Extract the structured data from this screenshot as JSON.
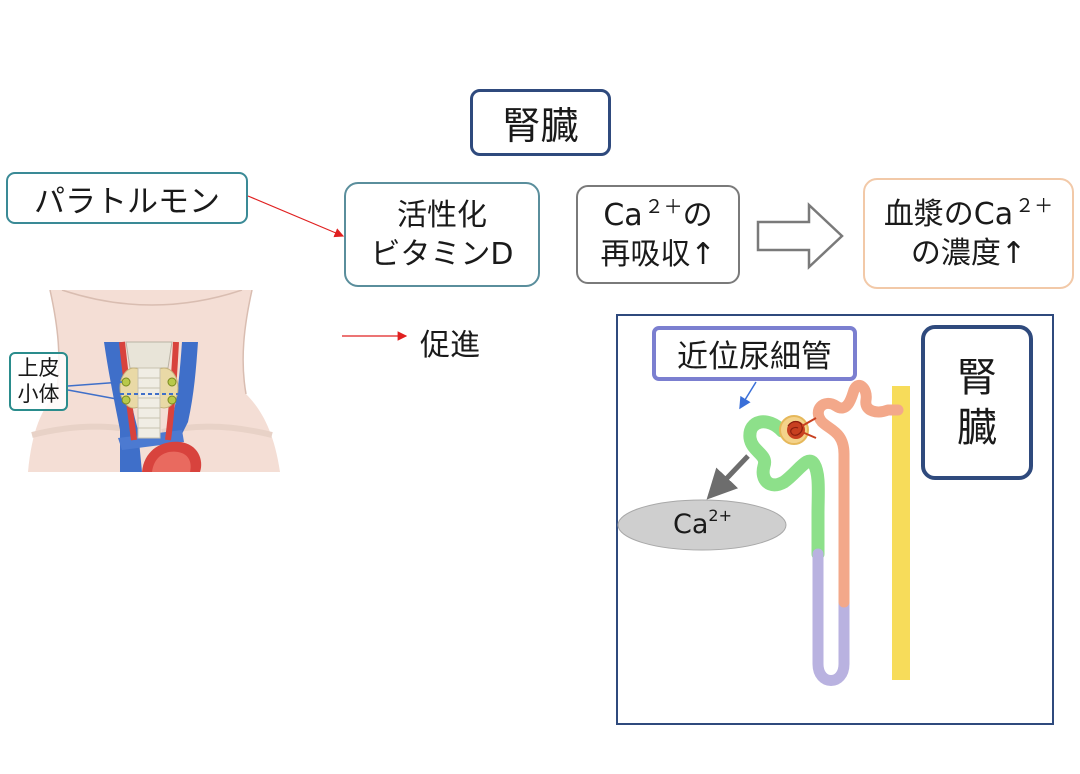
{
  "title": "腎臓",
  "pth": "パラトルモン",
  "vitamin_d": {
    "line1": "活性化",
    "line2": "ビタミンD"
  },
  "reabsorption": {
    "ca": "Ca",
    "sup": "２＋",
    "suffix": "の",
    "line2": "再吸収↑"
  },
  "plasma": {
    "line1_prefix": "血漿のCa",
    "sup": "２＋",
    "line2": "の濃度↑"
  },
  "legend": {
    "label": "促進",
    "arrow_color": "#e02020"
  },
  "parathyroid_label": {
    "line1": "上皮",
    "line2": "小体"
  },
  "kidney_panel": {
    "proximal_tubule": "近位尿細管",
    "kidney_line1": "腎",
    "kidney_line2": "臓",
    "ion": "Ca",
    "ion_charge": "2+"
  },
  "colors": {
    "title_border": "#2f4a7d",
    "pth_border": "#3a8a96",
    "vitd_border": "#5a8e9c",
    "reabs_border": "#7a7a7a",
    "plasma_border": "#f2c9a8",
    "tubule_label_border": "#7b7fd0",
    "proximal_tubule": "#8de08a",
    "loop": "#b9b2e0",
    "distal_tubule": "#f3a88a",
    "collecting_duct": "#f7dc5a",
    "ion_oval": "#cfcfcf"
  }
}
